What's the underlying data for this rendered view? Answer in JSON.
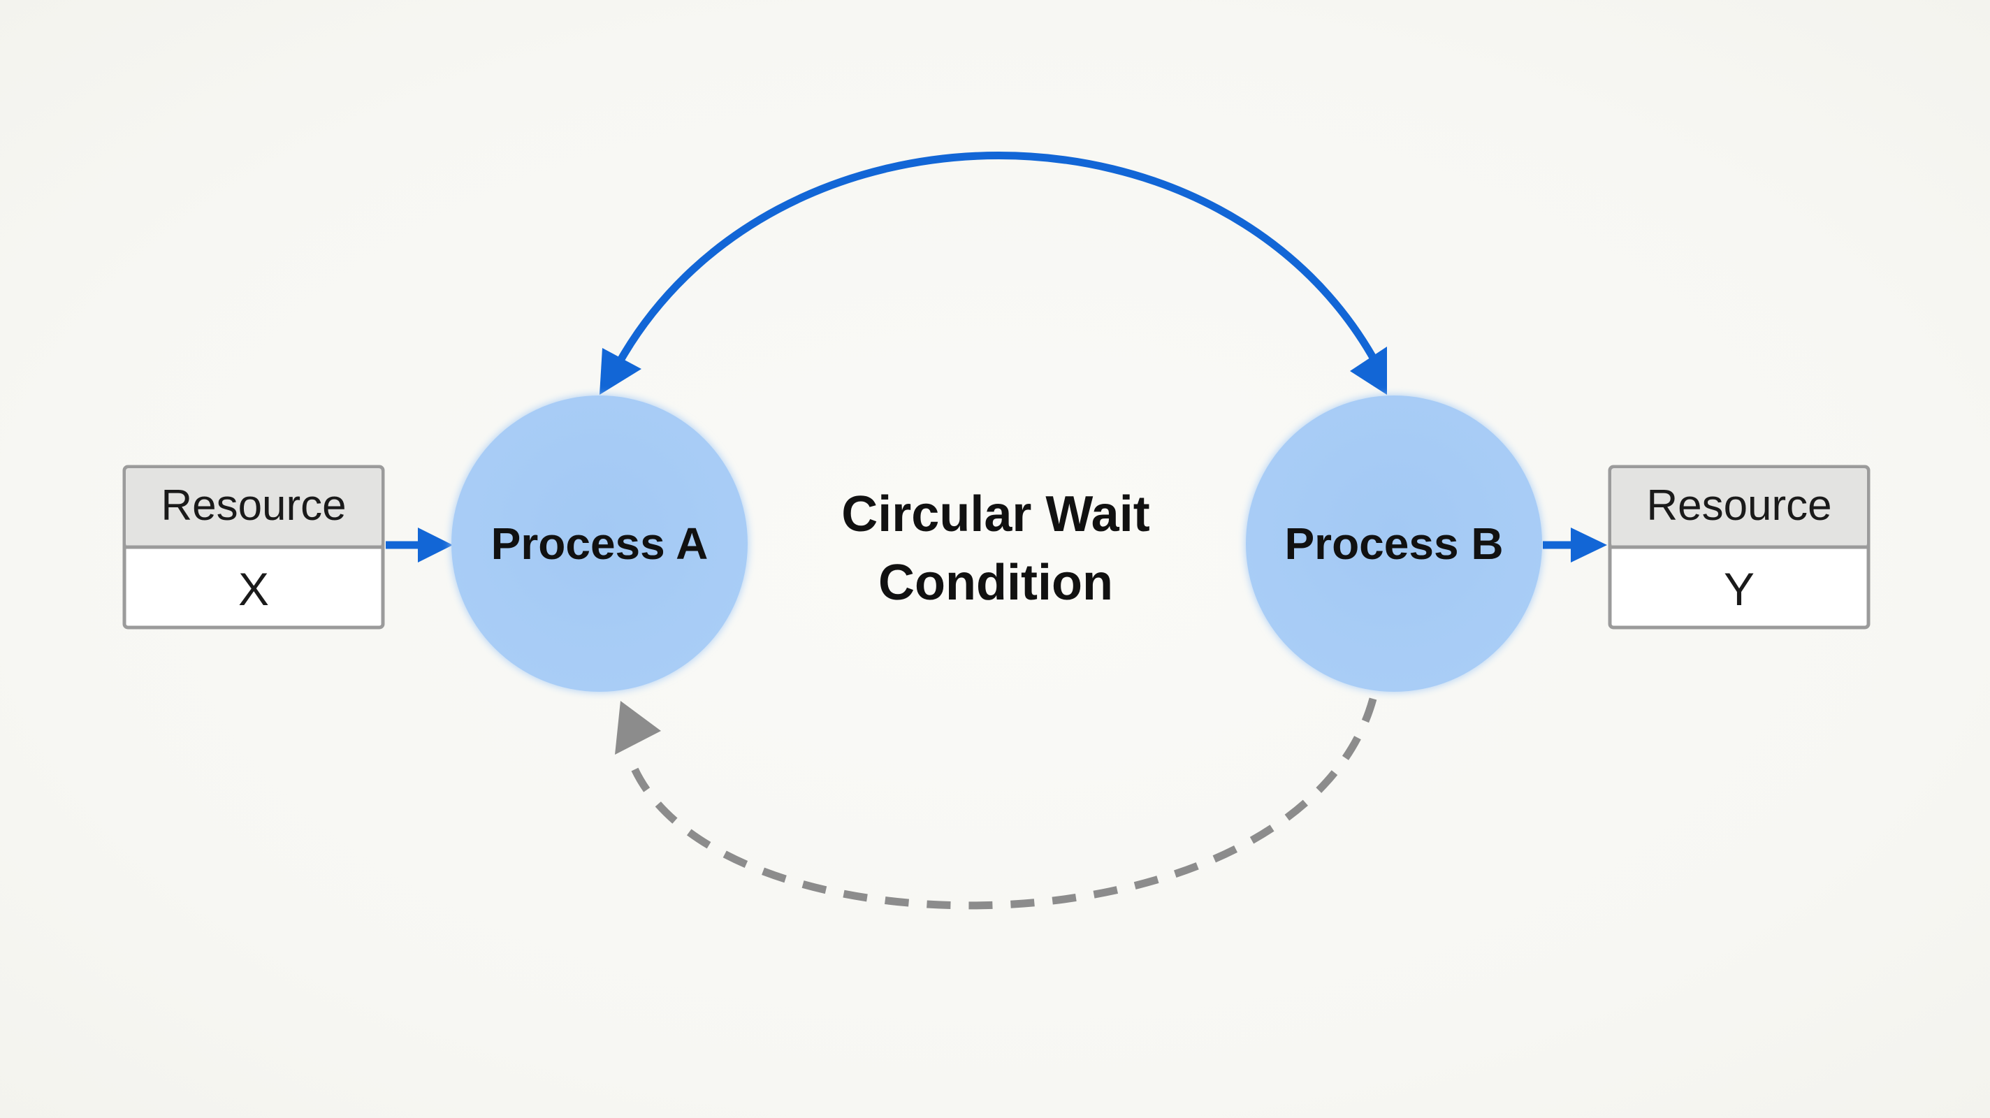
{
  "center_label": {
    "line1": "Circular Wait",
    "line2": "Condition"
  },
  "processes": [
    {
      "id": "A",
      "label": "Process A"
    },
    {
      "id": "B",
      "label": "Process B"
    }
  ],
  "resources": [
    {
      "id": "X",
      "title": "Resource",
      "value": "X"
    },
    {
      "id": "Y",
      "title": "Resource",
      "value": "Y"
    }
  ],
  "colors": {
    "process_fill": "#a6ccf5",
    "arrow_blue": "#1266d6",
    "arrow_gray": "#8c8c8c",
    "resource_header": "#e3e3e1",
    "resource_border": "#9b9b9b"
  },
  "edges": [
    {
      "from": "B",
      "to": "A",
      "style": "solid",
      "color": "blue"
    },
    {
      "from": "A",
      "to": "B",
      "style": "solid",
      "color": "blue"
    },
    {
      "from": "B",
      "to": "A",
      "style": "dashed",
      "color": "gray"
    },
    {
      "from": "X",
      "to": "A",
      "style": "solid",
      "color": "blue"
    },
    {
      "from": "B",
      "to": "Y",
      "style": "solid",
      "color": "blue"
    }
  ]
}
